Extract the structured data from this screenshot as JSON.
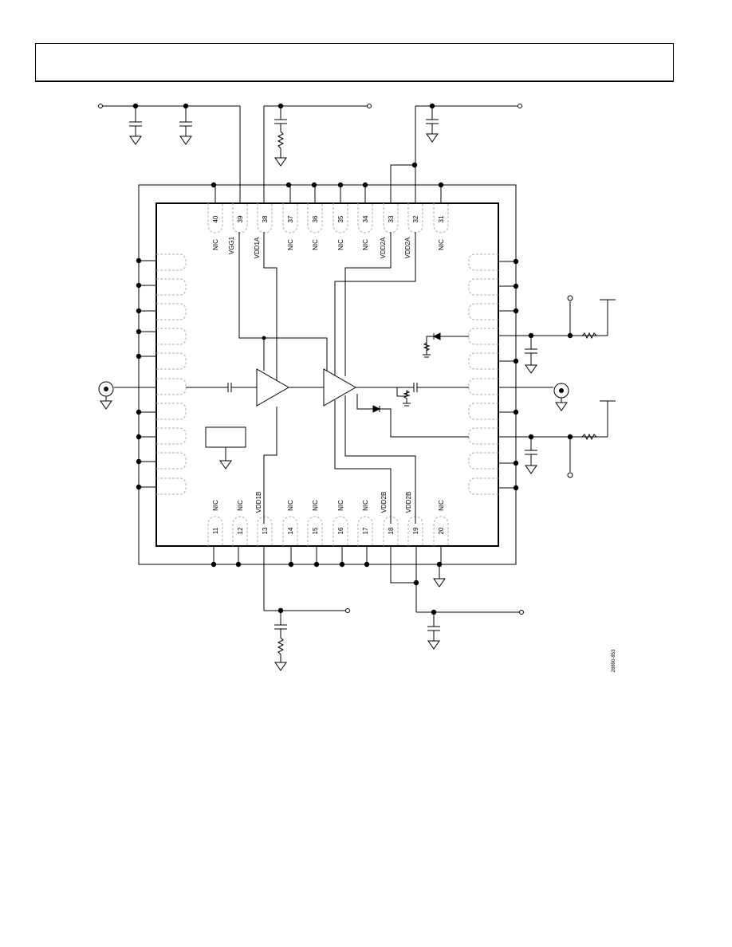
{
  "figure_id": "28890-853",
  "top_pins": [
    {
      "num": "40",
      "name": "NIC"
    },
    {
      "num": "39",
      "name": "VGG1"
    },
    {
      "num": "38",
      "name": "VDD1A"
    },
    {
      "num": "37",
      "name": "NIC"
    },
    {
      "num": "36",
      "name": "NIC"
    },
    {
      "num": "35",
      "name": "NIC"
    },
    {
      "num": "34",
      "name": "NIC"
    },
    {
      "num": "33",
      "name": "VDD2A"
    },
    {
      "num": "32",
      "name": "VDD2A"
    },
    {
      "num": "31",
      "name": "NIC"
    }
  ],
  "bottom_pins": [
    {
      "num": "11",
      "name": "NIC"
    },
    {
      "num": "12",
      "name": "NIC"
    },
    {
      "num": "13",
      "name": "VDD1B"
    },
    {
      "num": "14",
      "name": "NIC"
    },
    {
      "num": "15",
      "name": "NIC"
    },
    {
      "num": "16",
      "name": "NIC"
    },
    {
      "num": "17",
      "name": "NIC"
    },
    {
      "num": "18",
      "name": "VDD2B"
    },
    {
      "num": "19",
      "name": "VDD2B"
    },
    {
      "num": "20",
      "name": "NIC"
    }
  ],
  "icons": {
    "ground": "ground-symbol",
    "capacitor": "capacitor-symbol",
    "resistor": "resistor-symbol",
    "diode": "diode-symbol",
    "amplifier": "amplifier-triangle",
    "rf_connector": "coax-connector"
  },
  "colors": {
    "line": "#000000",
    "pad": "#b0b0b0",
    "background": "#ffffff"
  }
}
